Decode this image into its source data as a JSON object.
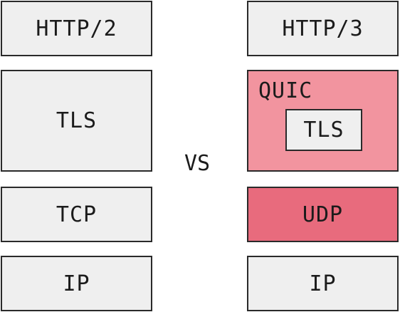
{
  "left_stack": {
    "layers": [
      "HTTP/2",
      "TLS",
      "TCP",
      "IP"
    ]
  },
  "right_stack": {
    "http": "HTTP/3",
    "quic": "QUIC",
    "quic_inner": "TLS",
    "udp": "UDP",
    "ip": "IP"
  },
  "comparison": "VS",
  "colors": {
    "box_fill": "#efefef",
    "quic_fill": "#f2949f",
    "udp_fill": "#e86b7d",
    "border": "#2a2a2a"
  }
}
